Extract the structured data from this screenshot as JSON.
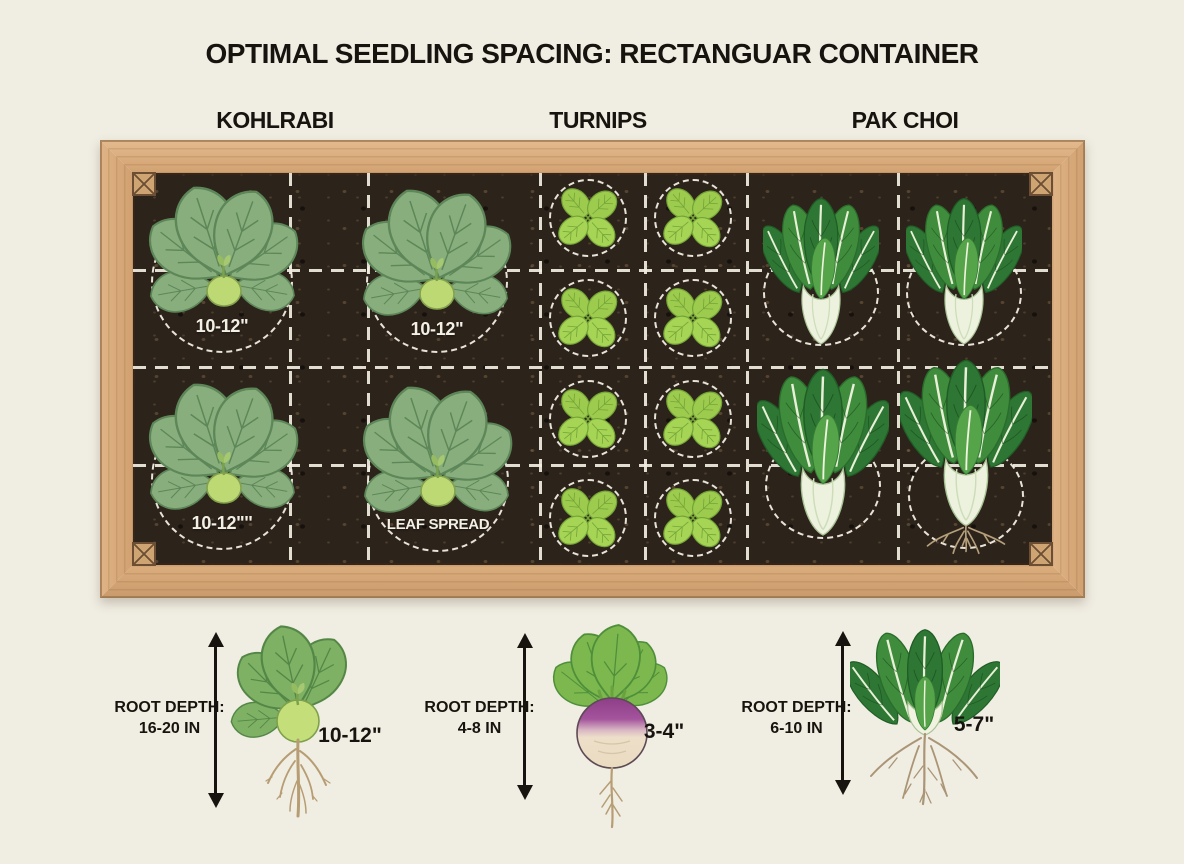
{
  "title": "OPTIMAL SEEDLING SPACING: RECTANGUAR CONTAINER",
  "columns": [
    {
      "label": "KOHLRABI"
    },
    {
      "label": "TURNIPS"
    },
    {
      "label": "PAK CHOI"
    }
  ],
  "planter": {
    "spacing_labels": [
      "10-12\"",
      "10-12\"",
      "10-12\"''",
      "LEAF SPREAD"
    ],
    "plants_per_section": {
      "kohlrabi": 4,
      "turnips": 8,
      "pak_choi": 4
    },
    "grid_arrangement": {
      "kohlrabi": "2x2",
      "turnips": "2x4",
      "pak_choi": "2x2"
    }
  },
  "details": [
    {
      "plant": "kohlrabi",
      "depth_label": "ROOT DEPTH:",
      "depth_value": "16-20 IN",
      "spacing": "10-12\""
    },
    {
      "plant": "turnip",
      "depth_label": "ROOT DEPTH:",
      "depth_value": "4-8 IN",
      "spacing": "3-4\""
    },
    {
      "plant": "pak-choi",
      "depth_label": "ROOT DEPTH:",
      "depth_value": "6-10 IN",
      "spacing": "5-7\""
    }
  ],
  "colors": {
    "background": "#f0ede2",
    "text": "#17140f",
    "wood": "#d9ab7a",
    "soil": "#2c231b",
    "grid_line": "#f1ede1",
    "kohlrabi_leaf": "#88ae7d",
    "kohlrabi_bulb": "#bdd974",
    "turnip_seedling_leaf": "#9ccb4e",
    "turnip_bulb_purple": "#96458e",
    "turnip_bulb_cream": "#f2e9d4",
    "pak_choi_leaf": "#3f8d3c",
    "pak_choi_stem": "#edf2de",
    "root": "#b79d74"
  }
}
